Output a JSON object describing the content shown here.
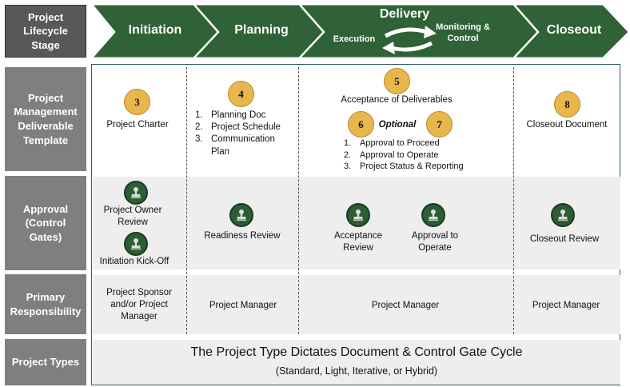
{
  "row_headers": {
    "stage": "Project Lifecycle Stage",
    "deliverable": "Project Management Deliverable Template",
    "approval": "Approval (Control Gates)",
    "responsibility": "Primary Responsibility",
    "types": "Project Types"
  },
  "stages": {
    "initiation": "Initiation",
    "planning": "Planning",
    "delivery": "Delivery",
    "execution": "Execution",
    "monitoring": "Monitoring & Control",
    "closeout": "Closeout"
  },
  "deliverables": {
    "initiation": {
      "number": "3",
      "label": "Project Charter"
    },
    "planning": {
      "number": "4",
      "items": [
        {
          "n": "1.",
          "text": "Planning Doc"
        },
        {
          "n": "2.",
          "text": "Project Schedule"
        },
        {
          "n": "3.",
          "text": "Communication Plan"
        }
      ]
    },
    "delivery": {
      "number5": "5",
      "acceptance": "Acceptance of Deliverables",
      "number6": "6",
      "optional": "Optional",
      "number7": "7",
      "items": [
        {
          "n": "1.",
          "text": "Approval to Proceed"
        },
        {
          "n": "2.",
          "text": "Approval to Operate"
        },
        {
          "n": "3.",
          "text": "Project Status & Reporting"
        }
      ]
    },
    "closeout": {
      "number": "8",
      "label": "Closeout Document"
    }
  },
  "approvals": {
    "initiation_1": "Project Owner Review",
    "initiation_2": "Initiation Kick-Off",
    "planning": "Readiness Review",
    "delivery_1": "Acceptance Review",
    "delivery_2": "Approval to Operate",
    "closeout": "Closeout Review"
  },
  "responsibility": {
    "initiation": "Project Sponsor and/or Project Manager",
    "planning": "Project Manager",
    "delivery": "Project Manager",
    "closeout": "Project Manager"
  },
  "project_types": {
    "headline": "The Project Type Dictates Document & Control Gate Cycle",
    "sub": "(Standard, Light, Iterative, or Hybrid)"
  },
  "colors": {
    "chevron_green": "#2f6236",
    "header_gray": "#7f7f7f",
    "header_dark": "#585858",
    "band_gray": "#eeeeee",
    "outline_teal": "#2d5f63",
    "number_gold": "#e7b64d",
    "gate_green": "#2c5e34"
  },
  "icons": {
    "gate": "stamp-icon",
    "cycle": "cycle-arrows-icon"
  }
}
